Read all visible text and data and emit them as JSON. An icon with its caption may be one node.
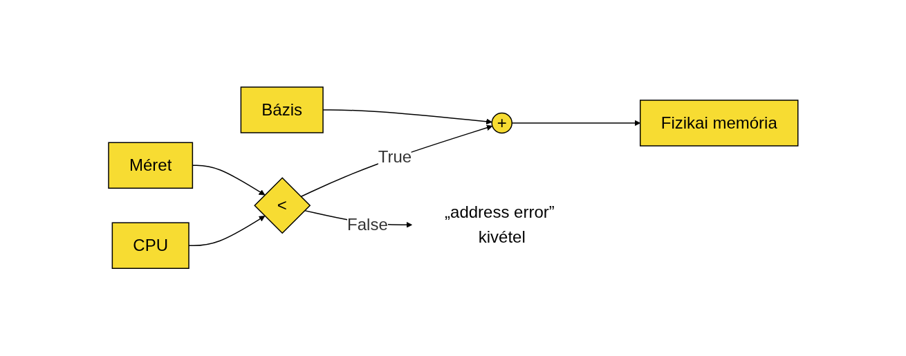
{
  "diagram": {
    "nodes": [
      {
        "text": [
          "Méret"
        ]
      },
      {
        "text": [
          "Bázis"
        ]
      },
      {
        "text": [
          "CPU"
        ]
      },
      {
        "text": [
          "<"
        ]
      },
      {
        "text": [
          "+"
        ]
      },
      {
        "text": [
          "Fizikai memória"
        ]
      },
      {
        "text": [
          "„address error” kivétel"
        ]
      }
    ],
    "edges": [
      {
        "from": 0,
        "to": 3,
        "arrow": "to"
      },
      {
        "from": 1,
        "to": 4,
        "arrow": "to"
      },
      {
        "from": 2,
        "to": 3,
        "arrow": "to"
      },
      {
        "from": 3,
        "to": 4,
        "arrow": "to",
        "label": "True"
      },
      {
        "from": 4,
        "to": 5,
        "arrow": "to"
      },
      {
        "from": 3,
        "to": 6,
        "arrow": "to",
        "label": "False"
      }
    ]
  }
}
